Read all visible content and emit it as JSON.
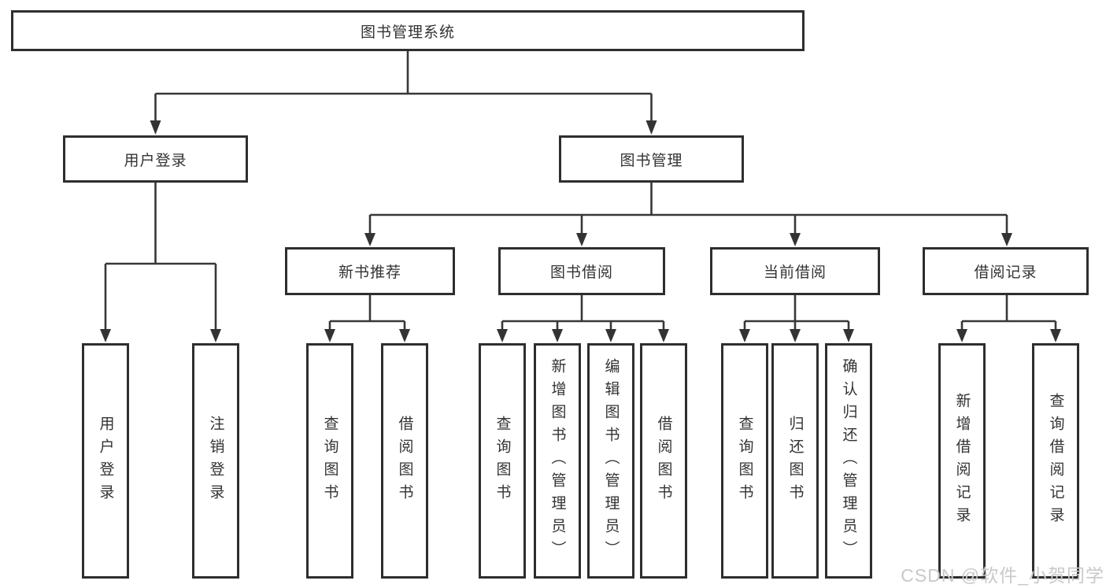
{
  "diagram": {
    "root": {
      "label": "图书管理系统"
    },
    "user_login": {
      "label": "用户登录",
      "children": [
        "用户登录",
        "注销登录"
      ]
    },
    "book_management": {
      "label": "图书管理",
      "sections": {
        "new_books": {
          "label": "新书推荐",
          "children": [
            "查询图书",
            "借阅图书"
          ]
        },
        "book_borrow": {
          "label": "图书借阅",
          "children": [
            "查询图书",
            "新增图书（管理员）",
            "编辑图书（管理员）",
            "借阅图书"
          ]
        },
        "current_borrow": {
          "label": "当前借阅",
          "children": [
            "查询图书",
            "归还图书",
            "确认归还（管理员）"
          ]
        },
        "borrow_records": {
          "label": "借阅记录",
          "children": [
            "新增借阅记录",
            "查询借阅记录"
          ]
        }
      }
    }
  },
  "watermark": {
    "text": "CSDN @软件_小贺同学"
  },
  "colors": {
    "line": "#38383a",
    "arrow": "#333333",
    "box_border": "#2e2e30",
    "text": "#333333",
    "watermark": "#c9c9c9",
    "background": "#ffffff"
  }
}
